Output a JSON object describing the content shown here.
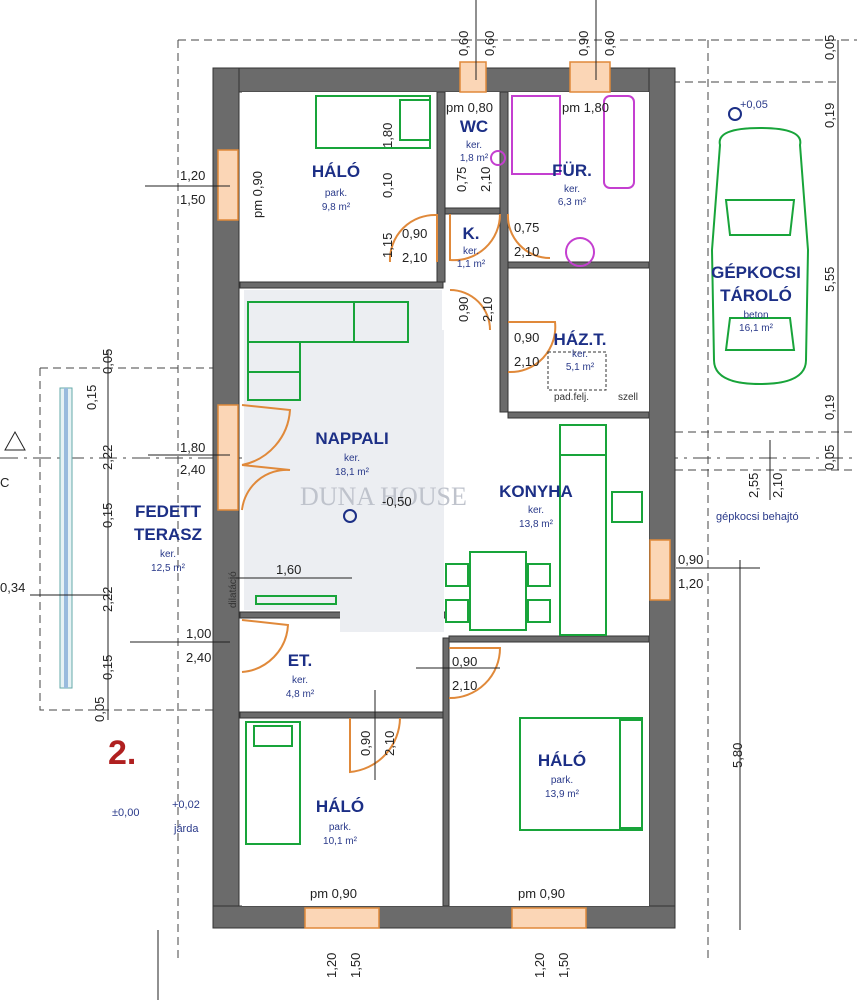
{
  "rooms": {
    "halo1": {
      "name": "HÁLÓ",
      "floor": "park.",
      "area": "9,8 m²"
    },
    "wc": {
      "name": "WC",
      "floor": "ker.",
      "area": "1,8 m²"
    },
    "fur": {
      "name": "FÜR.",
      "floor": "ker.",
      "area": "6,3 m²"
    },
    "k": {
      "name": "K.",
      "floor": "ker.",
      "area": "1,1 m²"
    },
    "gepkocsi1": {
      "name": "GÉPKOCSI",
      "name2": "TÁROLÓ",
      "floor": "beton",
      "area": "16,1 m²"
    },
    "hazt": {
      "name": "HÁZ.T.",
      "floor": "ker.",
      "area": "5,1 m²"
    },
    "nappali": {
      "name": "NAPPALI",
      "floor": "ker.",
      "area": "18,1 m²"
    },
    "konyha": {
      "name": "KONYHA",
      "floor": "ker.",
      "area": "13,8 m²"
    },
    "terasz": {
      "name": "FEDETT",
      "name2": "TERASZ",
      "floor": "ker.",
      "area": "12,5 m²"
    },
    "et": {
      "name": "ET.",
      "floor": "ker.",
      "area": "4,8 m²"
    },
    "halo2": {
      "name": "HÁLÓ",
      "floor": "park.",
      "area": "10,1 m²"
    },
    "halo3": {
      "name": "HÁLÓ",
      "floor": "park.",
      "area": "13,9 m²"
    }
  },
  "labels": {
    "section_mark": "C",
    "lot_number": "2.",
    "watermark": "DUNA HOUSE",
    "level_garage": "+0,05",
    "level_center": "-0,50",
    "level_ground": "±0,00",
    "level_sidewalk": "+0,02",
    "sidewalk": "járda",
    "driveway": "gépkocsi behajtó",
    "pad_felj": "pad.felj.",
    "szell": "szell",
    "dilatacio": "dilatáció",
    "pm_wc": "pm 0,80",
    "pm_fur": "pm 1,80",
    "pm_halo1": "pm 0,90",
    "pm_bottom_left": "pm 0,90",
    "pm_bottom_right": "pm 0,90"
  },
  "dims": {
    "top_060a": "0,60",
    "top_060b": "0,60",
    "top_090a": "0,90",
    "top_060c": "0,60",
    "top_005": "0,05",
    "w_120": "1,20",
    "w_150": "1,50",
    "wc_180": "1,80",
    "wc_010": "0,10",
    "wc_075": "0,75",
    "wc_210": "2,10",
    "k_115": "1,15",
    "k_090": "0,90",
    "k_210": "2,10",
    "k_075": "0,75",
    "k_210b": "2,10",
    "hz_090v": "0,90",
    "hz_210v": "2,10",
    "hz_090": "0,90",
    "hz_210": "2,10",
    "g_019a": "0,19",
    "g_555": "5,55",
    "g_019b": "0,19",
    "g_005": "0,05",
    "g_255": "2,55",
    "g_210": "2,10",
    "t_005": "0,05",
    "t_015a": "0,15",
    "t_222a": "2,22",
    "t_015b": "0,15",
    "t_222b": "2,22",
    "t_015c": "0,15",
    "t_005b": "0,05",
    "t_034": "0,34",
    "n_180": "1,80",
    "n_240": "2,40",
    "n_160": "1,60",
    "e_100": "1,00",
    "e_240": "2,40",
    "e_090": "0,90",
    "e_210": "2,10",
    "h2_090": "0,90",
    "h2_210": "2,10",
    "k_090w": "0,90",
    "k_120w": "1,20",
    "r_580": "5,80",
    "b_120a": "1,20",
    "b_150a": "1,50",
    "b_120b": "1,20",
    "b_150b": "1,50"
  },
  "colors": {
    "wall": "#6b6b6b",
    "furniture": "#18a43a",
    "door": "#e0893a",
    "room_text": "#1c2f86",
    "sanitary": "#c43fd0",
    "lot_number": "#b02020"
  }
}
